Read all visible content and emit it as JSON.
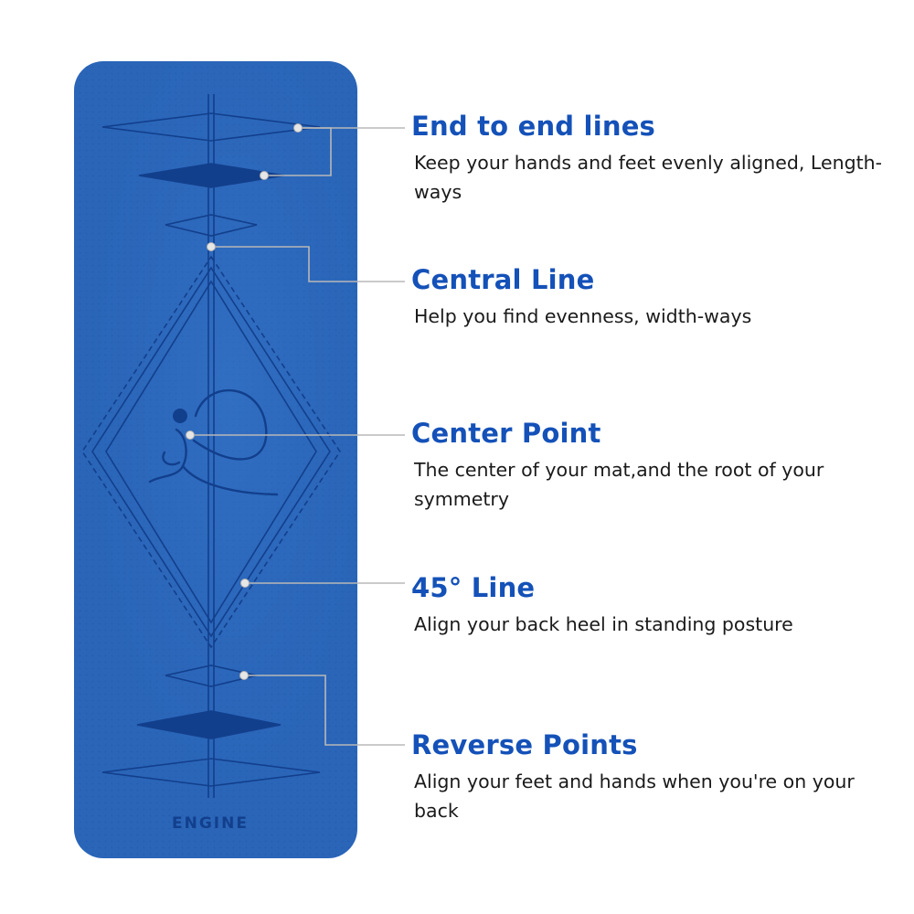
{
  "mat": {
    "brand": "ENGINE",
    "mat_color": "#2a65b8",
    "line_color": "#123f8c",
    "callout_color": "#b8b8b8"
  },
  "features": [
    {
      "title": "End to end lines",
      "description": "Keep your hands and feet evenly aligned, Length-ways"
    },
    {
      "title": "Central Line",
      "description": "Help you find evenness, width-ways"
    },
    {
      "title": "Center Point",
      "description": "The center of your mat,and the root of your symmetry"
    },
    {
      "title": "45° Line",
      "description": "Align your back heel in standing posture"
    },
    {
      "title": "Reverse Points",
      "description": "Align your feet and hands when you're on your back"
    }
  ],
  "colors": {
    "heading": "#1451b8",
    "body_text": "#1a1a1a"
  }
}
